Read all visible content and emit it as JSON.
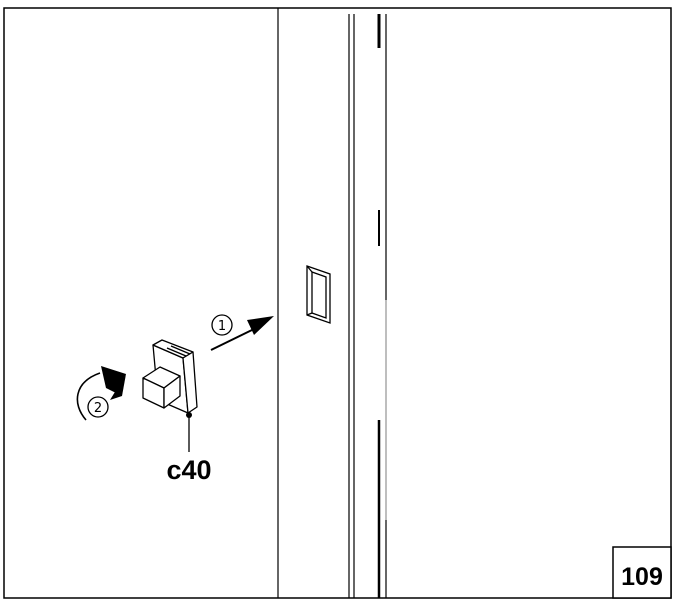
{
  "figure": {
    "part_label": "c40",
    "step_one": "1",
    "step_two": "2",
    "page_number": "109"
  },
  "colors": {
    "ink": "#000000",
    "paper": "#ffffff",
    "light_line": "#b0b0b0"
  },
  "icons": {
    "step_one_marker": "circled-digit-one",
    "step_two_marker": "circled-digit-two",
    "push_arrow": "arrow-right-up-icon",
    "rotate_arrow": "curved-rotate-arrow-icon"
  }
}
